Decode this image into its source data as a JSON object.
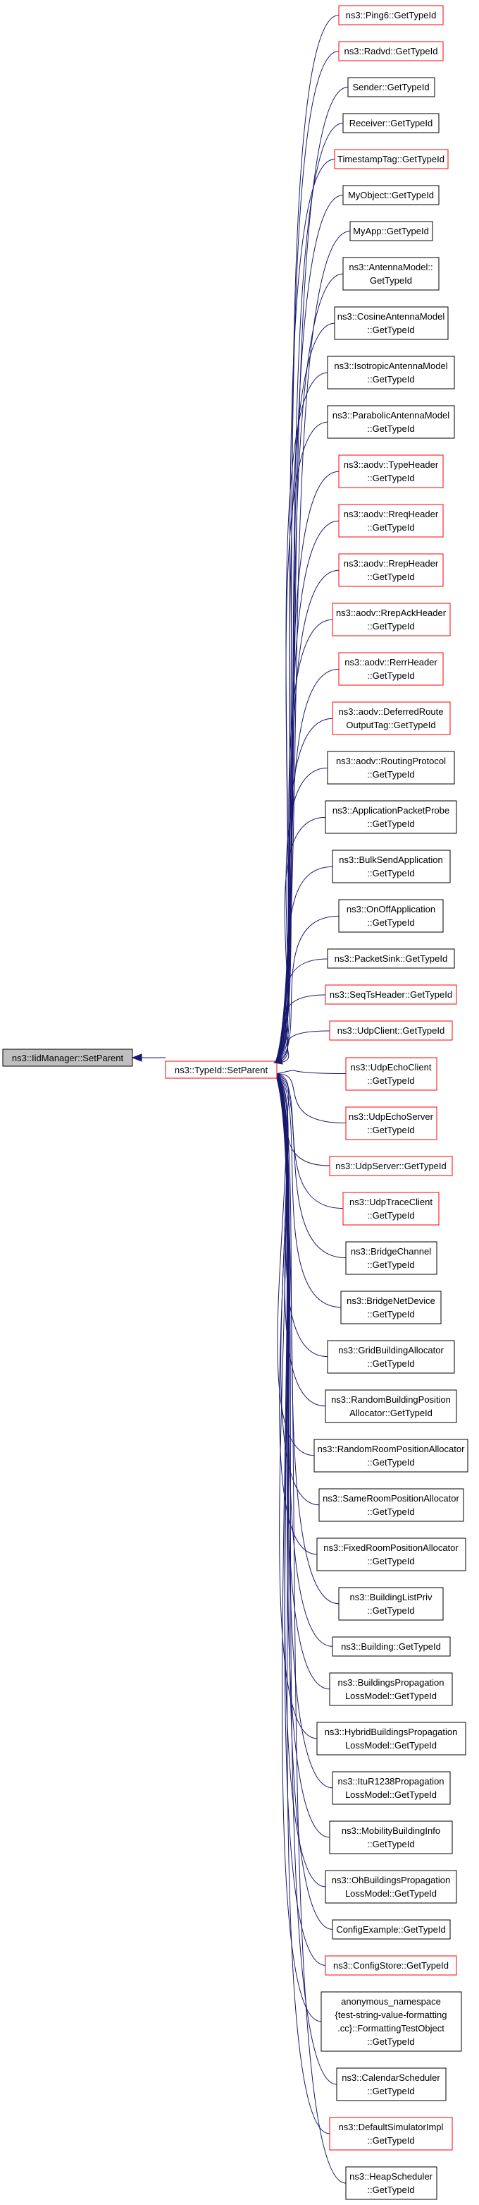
{
  "graph": {
    "root": {
      "lines": [
        "ns3::IidManager::SetParent"
      ]
    },
    "hub": {
      "lines": [
        "ns3::TypeId::SetParent"
      ]
    },
    "callers": [
      {
        "lines": [
          "ns3::Ping6::GetTypeId"
        ],
        "documented": false
      },
      {
        "lines": [
          "ns3::Radvd::GetTypeId"
        ],
        "documented": false
      },
      {
        "lines": [
          "Sender::GetTypeId"
        ],
        "documented": true
      },
      {
        "lines": [
          "Receiver::GetTypeId"
        ],
        "documented": true
      },
      {
        "lines": [
          "TimestampTag::GetTypeId"
        ],
        "documented": false
      },
      {
        "lines": [
          "MyObject::GetTypeId"
        ],
        "documented": true
      },
      {
        "lines": [
          "MyApp::GetTypeId"
        ],
        "documented": true
      },
      {
        "lines": [
          "ns3::AntennaModel::",
          "GetTypeId"
        ],
        "documented": true
      },
      {
        "lines": [
          "ns3::CosineAntennaModel",
          "::GetTypeId"
        ],
        "documented": true
      },
      {
        "lines": [
          "ns3::IsotropicAntennaModel",
          "::GetTypeId"
        ],
        "documented": true
      },
      {
        "lines": [
          "ns3::ParabolicAntennaModel",
          "::GetTypeId"
        ],
        "documented": true
      },
      {
        "lines": [
          "ns3::aodv::TypeHeader",
          "::GetTypeId"
        ],
        "documented": false
      },
      {
        "lines": [
          "ns3::aodv::RreqHeader",
          "::GetTypeId"
        ],
        "documented": false
      },
      {
        "lines": [
          "ns3::aodv::RrepHeader",
          "::GetTypeId"
        ],
        "documented": false
      },
      {
        "lines": [
          "ns3::aodv::RrepAckHeader",
          "::GetTypeId"
        ],
        "documented": false
      },
      {
        "lines": [
          "ns3::aodv::RerrHeader",
          "::GetTypeId"
        ],
        "documented": false
      },
      {
        "lines": [
          "ns3::aodv::DeferredRoute",
          "OutputTag::GetTypeId"
        ],
        "documented": false
      },
      {
        "lines": [
          "ns3::aodv::RoutingProtocol",
          "::GetTypeId"
        ],
        "documented": true
      },
      {
        "lines": [
          "ns3::ApplicationPacketProbe",
          "::GetTypeId"
        ],
        "documented": true
      },
      {
        "lines": [
          "ns3::BulkSendApplication",
          "::GetTypeId"
        ],
        "documented": true
      },
      {
        "lines": [
          "ns3::OnOffApplication",
          "::GetTypeId"
        ],
        "documented": true
      },
      {
        "lines": [
          "ns3::PacketSink::GetTypeId"
        ],
        "documented": true
      },
      {
        "lines": [
          "ns3::SeqTsHeader::GetTypeId"
        ],
        "documented": false
      },
      {
        "lines": [
          "ns3::UdpClient::GetTypeId"
        ],
        "documented": false
      },
      {
        "lines": [
          "ns3::UdpEchoClient",
          "::GetTypeId"
        ],
        "documented": false
      },
      {
        "lines": [
          "ns3::UdpEchoServer",
          "::GetTypeId"
        ],
        "documented": false
      },
      {
        "lines": [
          "ns3::UdpServer::GetTypeId"
        ],
        "documented": false
      },
      {
        "lines": [
          "ns3::UdpTraceClient",
          "::GetTypeId"
        ],
        "documented": false
      },
      {
        "lines": [
          "ns3::BridgeChannel",
          "::GetTypeId"
        ],
        "documented": true
      },
      {
        "lines": [
          "ns3::BridgeNetDevice",
          "::GetTypeId"
        ],
        "documented": true
      },
      {
        "lines": [
          "ns3::GridBuildingAllocator",
          "::GetTypeId"
        ],
        "documented": true
      },
      {
        "lines": [
          "ns3::RandomBuildingPosition",
          "Allocator::GetTypeId"
        ],
        "documented": true
      },
      {
        "lines": [
          "ns3::RandomRoomPositionAllocator",
          "::GetTypeId"
        ],
        "documented": true
      },
      {
        "lines": [
          "ns3::SameRoomPositionAllocator",
          "::GetTypeId"
        ],
        "documented": true
      },
      {
        "lines": [
          "ns3::FixedRoomPositionAllocator",
          "::GetTypeId"
        ],
        "documented": true
      },
      {
        "lines": [
          "ns3::BuildingListPriv",
          "::GetTypeId"
        ],
        "documented": true
      },
      {
        "lines": [
          "ns3::Building::GetTypeId"
        ],
        "documented": true
      },
      {
        "lines": [
          "ns3::BuildingsPropagation",
          "LossModel::GetTypeId"
        ],
        "documented": true
      },
      {
        "lines": [
          "ns3::HybridBuildingsPropagation",
          "LossModel::GetTypeId"
        ],
        "documented": true
      },
      {
        "lines": [
          "ns3::ItuR1238Propagation",
          "LossModel::GetTypeId"
        ],
        "documented": true
      },
      {
        "lines": [
          "ns3::MobilityBuildingInfo",
          "::GetTypeId"
        ],
        "documented": true
      },
      {
        "lines": [
          "ns3::OhBuildingsPropagation",
          "LossModel::GetTypeId"
        ],
        "documented": true
      },
      {
        "lines": [
          "ConfigExample::GetTypeId"
        ],
        "documented": true
      },
      {
        "lines": [
          "ns3::ConfigStore::GetTypeId"
        ],
        "documented": false
      },
      {
        "lines": [
          "anonymous_namespace",
          "{test-string-value-formatting",
          ".cc}::FormattingTestObject",
          "::GetTypeId"
        ],
        "documented": true
      },
      {
        "lines": [
          "ns3::CalendarScheduler",
          "::GetTypeId"
        ],
        "documented": true
      },
      {
        "lines": [
          "ns3::DefaultSimulatorImpl",
          "::GetTypeId"
        ],
        "documented": false
      },
      {
        "lines": [
          "ns3::HeapScheduler",
          "::GetTypeId"
        ],
        "documented": true
      }
    ]
  },
  "colors": {
    "edge": "#191970",
    "root_fill": "#bfbfbf",
    "border_documented": "#000000",
    "border_undocumented": "#ff0000",
    "background": "#ffffff"
  }
}
